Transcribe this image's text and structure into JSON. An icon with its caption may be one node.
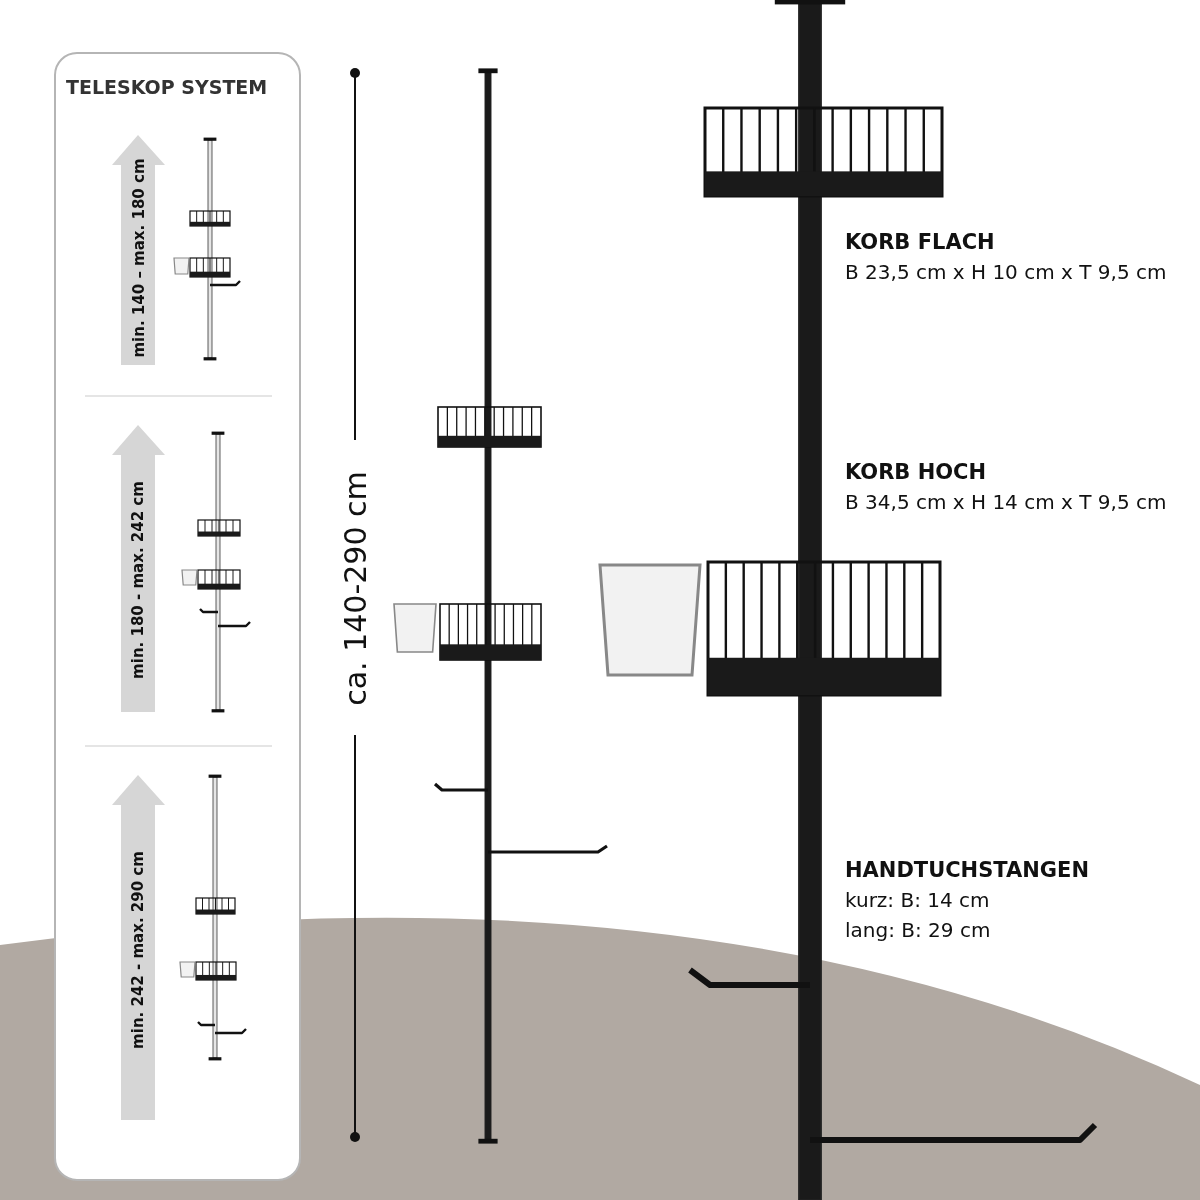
{
  "diagram": {
    "labels": [
      "TELESKOP SYSTEM",
      "min. 140 – max. 180 cm",
      "min. 180 - max. 242 cm",
      "min. 242 - max. 290 cm",
      "ca. 140-290 cm",
      "KORB FLACH",
      "B 23,5 cm x H 10 cm x T 9,5 cm",
      "KORB HOCH",
      "B 34,5 cm x H 14 cm x T 9,5 cm",
      "HANDTUCHSTANGEN",
      "kurz: B: 14 cm",
      "lang: B: 29 cm"
    ]
  }
}
